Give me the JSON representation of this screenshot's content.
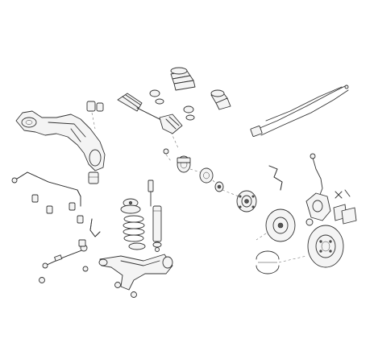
{
  "diagram": {
    "colors": {
      "line": "#333333",
      "fill": "#f4f4f4",
      "dark": "#555555",
      "leader": "#777777",
      "background": "#ffffff"
    },
    "parts": [
      "front-left-control-arm",
      "control-arm-bushing",
      "stabilizer-bar",
      "stabilizer-bushings",
      "stabilizer-link",
      "cv-boot-kits",
      "drive-shaft",
      "cv-joint-kit",
      "wheel-bearing-set",
      "rear-brake-cable-pair",
      "abs-sensor",
      "brake-pads",
      "brake-disc",
      "brake-caliper",
      "brake-shoes",
      "strut-mount",
      "coil-spring",
      "shock-absorber",
      "rear-trailing-arm",
      "tie-rod-end"
    ]
  }
}
